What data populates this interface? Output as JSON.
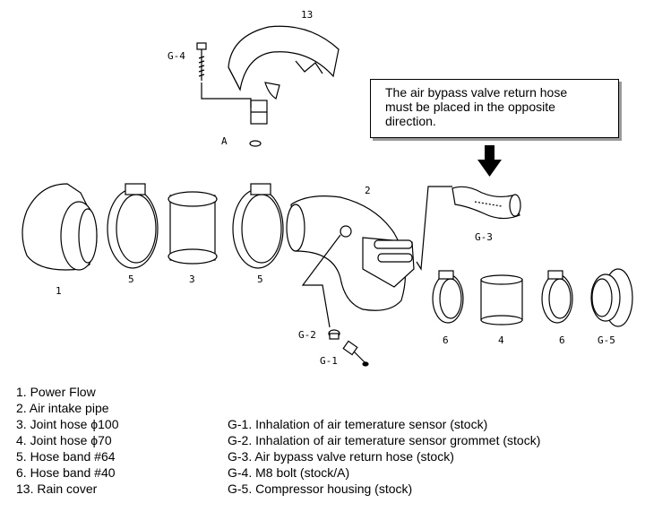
{
  "callouts": {
    "p13": "13",
    "g4": "G-4",
    "a": "A",
    "p2": "2",
    "g3": "G-3",
    "p1": "1",
    "p5a": "5",
    "p3": "3",
    "p5b": "5",
    "g2": "G-2",
    "g1": "G-1",
    "p6a": "6",
    "p4": "4",
    "p6b": "6",
    "g5": "G-5"
  },
  "note": {
    "line1": "The air bypass valve return hose",
    "line2": "must be placed in the opposite",
    "line3": "direction."
  },
  "legend_left": [
    "1. Power Flow",
    "2. Air intake pipe",
    "3. Joint hose ϕ100",
    "4. Joint hose ϕ70",
    "5. Hose band #64",
    "6. Hose band #40",
    "13. Rain cover"
  ],
  "legend_right": [
    "G-1. Inhalation of air temerature sensor (stock)",
    "G-2. Inhalation of air temerature sensor grommet (stock)",
    "G-3. Air bypass valve return hose (stock)",
    "G-4. M8 bolt (stock/A)",
    "G-5. Compressor housing (stock)"
  ]
}
